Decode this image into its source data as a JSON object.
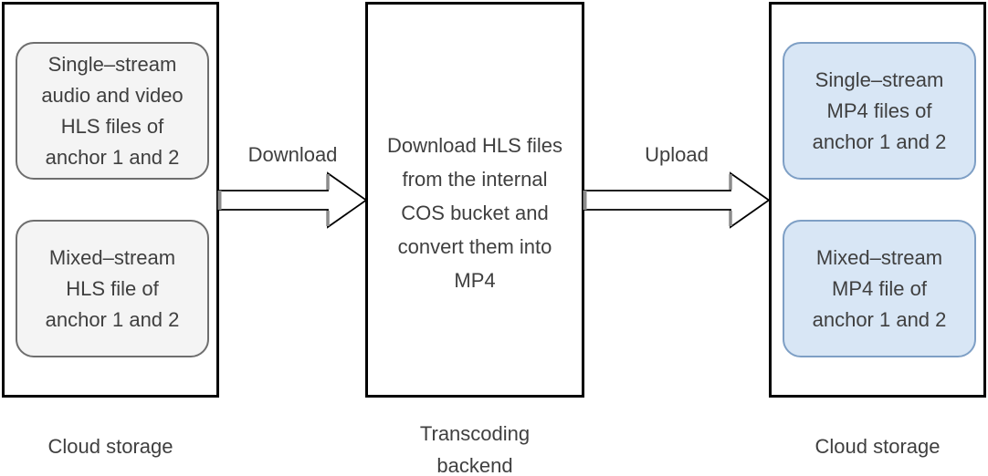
{
  "diagram": {
    "left_storage": {
      "label": "Cloud storage",
      "boxes": [
        {
          "lines": [
            "Single–stream",
            "audio and video",
            "HLS files of",
            "anchor 1 and 2"
          ]
        },
        {
          "lines": [
            "Mixed–stream",
            "HLS file of",
            "anchor 1 and 2"
          ]
        }
      ]
    },
    "transcoding": {
      "label_lines": [
        "Transcoding",
        "backend"
      ],
      "body_lines": [
        "Download HLS files",
        "from the internal",
        "COS bucket and",
        "convert them into",
        "MP4"
      ]
    },
    "right_storage": {
      "label": "Cloud storage",
      "boxes": [
        {
          "lines": [
            "Single–stream",
            "MP4 files of",
            "anchor 1 and 2"
          ]
        },
        {
          "lines": [
            "Mixed–stream",
            "MP4 file of",
            "anchor 1 and 2"
          ]
        }
      ]
    },
    "arrows": [
      {
        "label": "Download",
        "direction": "right"
      },
      {
        "label": "Upload",
        "direction": "right"
      }
    ],
    "colors": {
      "container_border": "#000000",
      "gray_box_fill": "#f4f4f4",
      "gray_box_border": "#6e6e6e",
      "blue_box_fill": "#d8e6f5",
      "blue_box_border": "#7e9fc5",
      "text": "#3f3f3f",
      "arrow_fill": "#ffffff",
      "arrow_stroke": "#000000",
      "arrow_shade": "#8c8c8c"
    }
  }
}
